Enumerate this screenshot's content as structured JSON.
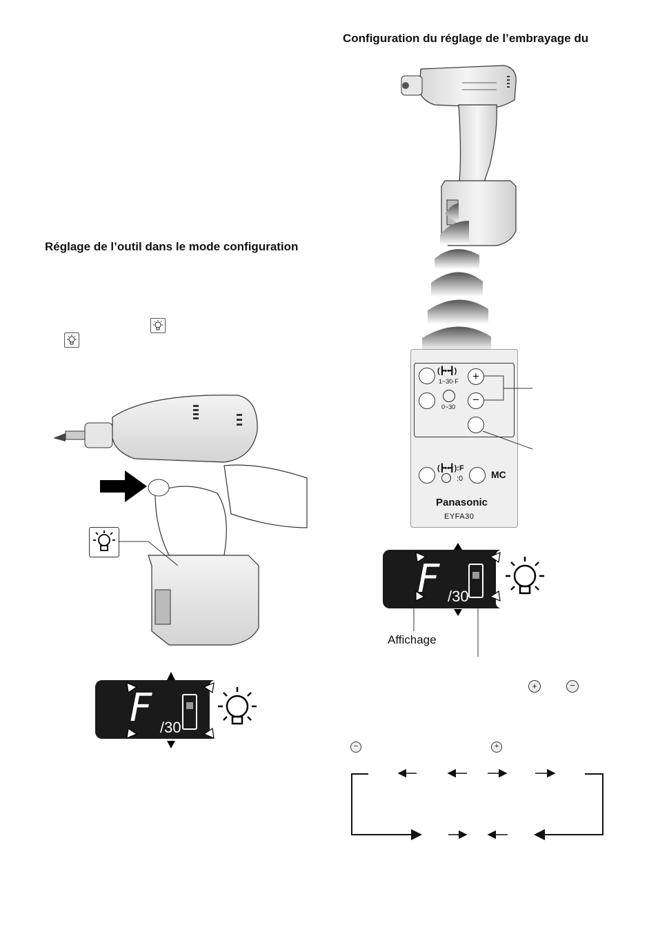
{
  "left_heading": "Réglage de l’outil dans le mode configuration",
  "right_heading": "Configuration du réglage de l’embrayage du",
  "remote": {
    "brand": "Panasonic",
    "model": "EYFA30",
    "torque_range": "1~30·F",
    "timer_range": "0~30",
    "reset_f": ":F",
    "reset_0": ":0",
    "mc": "MC",
    "plus": "+",
    "minus": "−"
  },
  "display": {
    "digit": "F",
    "max_label": "/30"
  },
  "labels": {
    "affichage": "Affichage"
  },
  "icons": [
    "light-icon",
    "battery-icon",
    "plus-icon",
    "minus-icon",
    "arrow-icon",
    "drill-icon",
    "remote-icon"
  ]
}
